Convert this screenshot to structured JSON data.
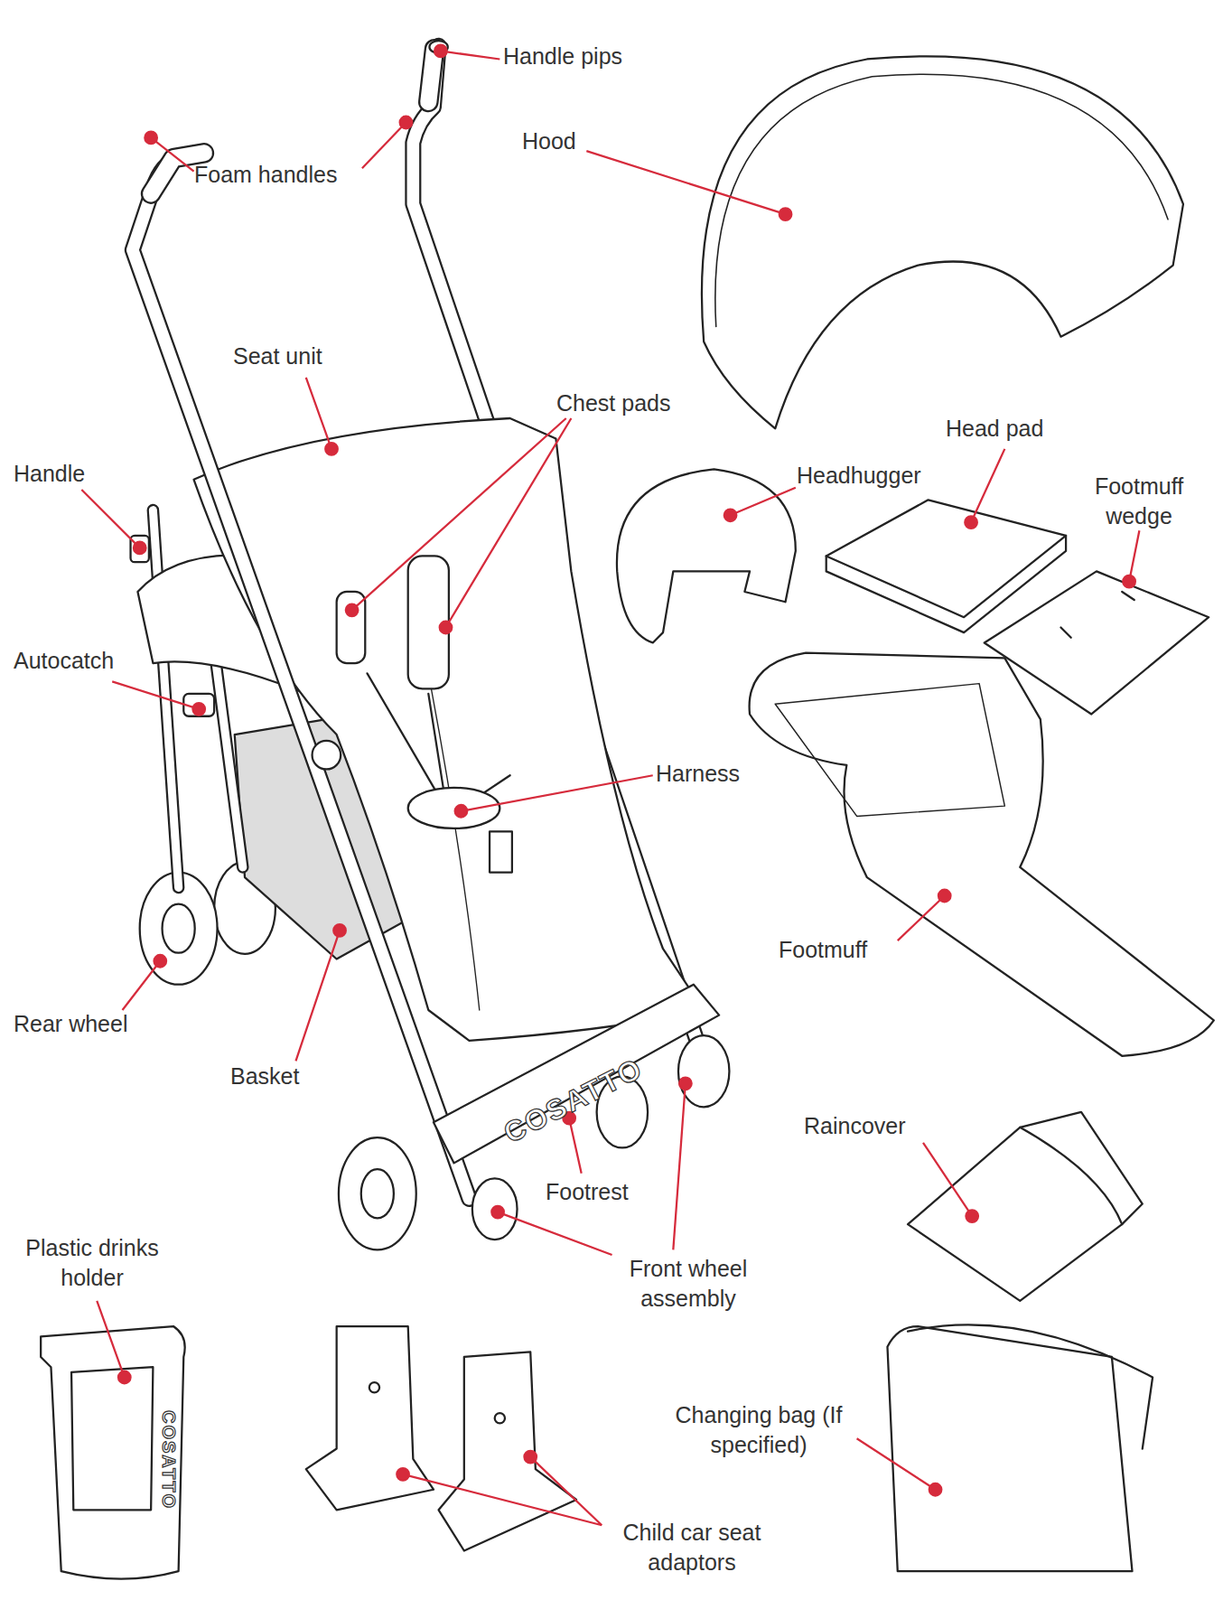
{
  "diagram": {
    "labels": [
      "Handle pips",
      "Foam handles",
      "Hood",
      "Seat unit",
      "Chest pads",
      "Head pad",
      "Handle",
      "Headhugger",
      "Footmuff wedge",
      "Autocatch",
      "Harness",
      "Footmuff",
      "Rear wheel",
      "COSATTO",
      "Basket",
      "Raincover",
      "Footrest",
      "Front wheel assembly",
      "Plastic drinks holder",
      "Changing bag (If specified)",
      "COSATTO",
      "Child car seat adaptors"
    ]
  }
}
